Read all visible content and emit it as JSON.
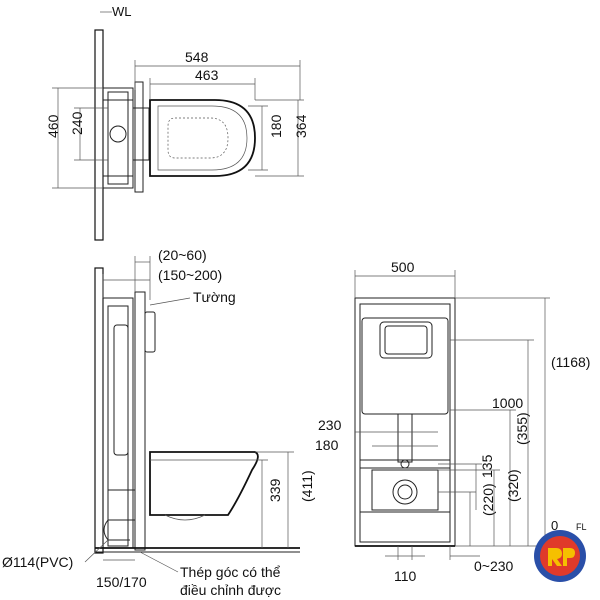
{
  "labels": {
    "wl": "WL",
    "top_width_548": "548",
    "top_width_463": "463",
    "top_height_460": "460",
    "top_height_240": "240",
    "top_height_180": "180",
    "top_height_364": "364",
    "side_20_60": "(20~60)",
    "side_150_200": "(150~200)",
    "wall_label": "Tường",
    "side_339": "339",
    "side_411": "(411)",
    "pipe_label": "Ø114(PVC)",
    "side_150_170": "150/170",
    "bracket_line1": "Thép góc có thể",
    "bracket_line2": "điều chỉnh được",
    "front_500": "500",
    "front_1168": "(1168)",
    "front_1000": "1000",
    "front_230": "230",
    "front_180": "180",
    "front_355": "(355)",
    "front_135": "135",
    "front_220": "(220)",
    "front_320": "(320)",
    "front_0": "0",
    "front_fl": "FL",
    "front_110": "110",
    "front_0_230": "0~230"
  },
  "colors": {
    "line": "#222222",
    "logo_outer": "#2a4fa8",
    "logo_inner": "#e03a2a",
    "logo_text": "#f5c000"
  },
  "icons": {
    "logo": "brand-logo-icon"
  }
}
